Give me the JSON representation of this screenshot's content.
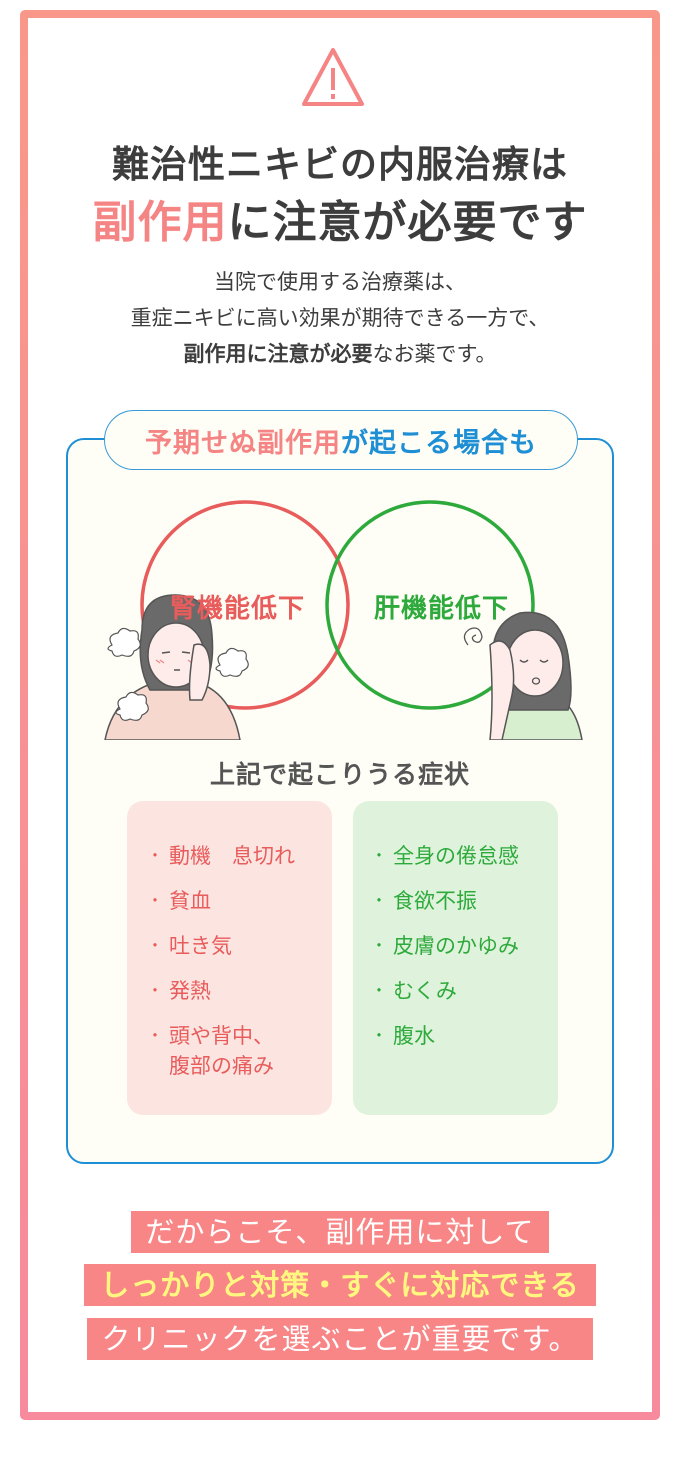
{
  "colors": {
    "frame_top": "#f9988a",
    "frame_bottom": "#f78a9c",
    "accent_red": "#f58585",
    "panel_border": "#1e8fd5",
    "kidney_red": "#e85c5c",
    "liver_green": "#2eaa3c",
    "cta_band": "#f98686",
    "cta_highlight": "#fff780"
  },
  "icon": {
    "warning": "warning-triangle-icon"
  },
  "headline": {
    "line1": "難治性ニキビの内服治療は",
    "line2_accent": "副作用",
    "line2_rest": "に注意が必要です"
  },
  "intro": {
    "line1": "当院で使用する治療薬は、",
    "line2": "重症ニキビに高い効果が期待できる一方で、",
    "line3_bold": "副作用に注意が必要",
    "line3_rest": "なお薬です。"
  },
  "panel": {
    "pill_red": "予期せぬ副作用",
    "pill_blue": "が起こる場合も",
    "venn": {
      "left_label": "腎機能低下",
      "right_label": "肝機能低下"
    },
    "symptoms_title": "上記で起こりうる症状",
    "kidney_symptoms": [
      "動機　息切れ",
      "貧血",
      "吐き気",
      "発熱",
      "頭や背中、\n腹部の痛み"
    ],
    "liver_symptoms": [
      "全身の倦怠感",
      "食欲不振",
      "皮膚のかゆみ",
      "むくみ",
      "腹水"
    ],
    "bullet": "・"
  },
  "cta": {
    "line1": "だからこそ、副作用に対して",
    "line2": "しっかりと対策・すぐに対応できる",
    "line3": "クリニックを選ぶことが重要です。"
  }
}
